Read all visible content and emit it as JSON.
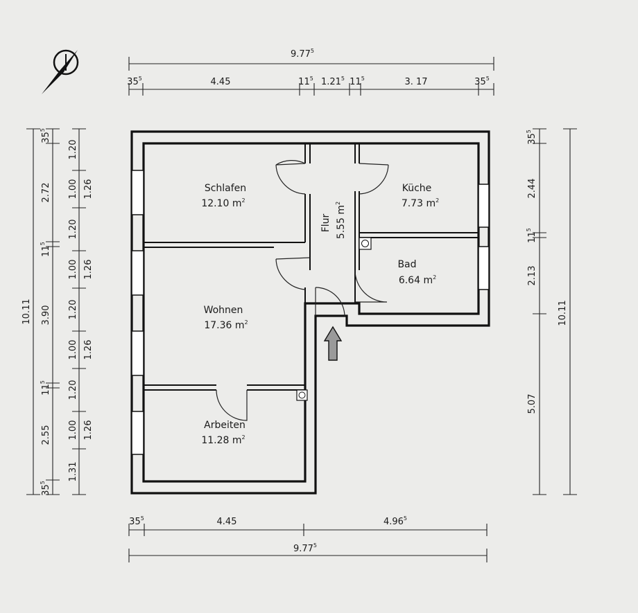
{
  "dimensions": {
    "top_overall": "9.77",
    "top_overall_sup": "5",
    "top_segments": [
      {
        "val": "35",
        "sup": "5"
      },
      {
        "val": "4.45",
        "sup": ""
      },
      {
        "val": "11",
        "sup": "5"
      },
      {
        "val": "1.21",
        "sup": "5"
      },
      {
        "val": "11",
        "sup": "5"
      },
      {
        "val": "3. 17",
        "sup": ""
      },
      {
        "val": "35",
        "sup": "5"
      }
    ],
    "bottom_segments": [
      {
        "val": "35",
        "sup": "5"
      },
      {
        "val": "4.45",
        "sup": ""
      },
      {
        "val": "4.96",
        "sup": "5"
      }
    ],
    "bottom_overall": "9.77",
    "bottom_overall_sup": "5",
    "left_overall": "10.11",
    "left_mid": [
      {
        "val": "35",
        "sup": "5"
      },
      {
        "val": "2.72",
        "sup": ""
      },
      {
        "val": "11",
        "sup": "5"
      },
      {
        "val": "3.90",
        "sup": ""
      },
      {
        "val": "11",
        "sup": "5"
      },
      {
        "val": "2.55",
        "sup": ""
      },
      {
        "val": "35",
        "sup": "5"
      }
    ],
    "left_inner": [
      "1.20",
      "1.00",
      "1.20",
      "1.00",
      "1.20",
      "1.00",
      "1.20",
      "1.00",
      "1.31"
    ],
    "left_openings": [
      "1.26",
      "1.26",
      "1.26",
      "1.26"
    ],
    "right_mid": [
      {
        "val": "35",
        "sup": "5"
      },
      {
        "val": "2.44",
        "sup": ""
      },
      {
        "val": "11",
        "sup": "5"
      },
      {
        "val": "2.13",
        "sup": ""
      },
      {
        "val": "5.07",
        "sup": ""
      }
    ],
    "right_overall": "10.11"
  },
  "rooms": [
    {
      "name": "Schlafen",
      "area": "12.10",
      "unit": "m"
    },
    {
      "name": "Küche",
      "area": "7.73",
      "unit": "m"
    },
    {
      "name": "Flur",
      "area": "5.55",
      "unit": "m"
    },
    {
      "name": "Bad",
      "area": "6.64",
      "unit": "m"
    },
    {
      "name": "Wohnen",
      "area": "17.36",
      "unit": "m"
    },
    {
      "name": "Arbeiten",
      "area": "11.28",
      "unit": "m"
    }
  ],
  "area_exponent": "2",
  "icons": {
    "north": "north-arrow-icon",
    "entrance": "entrance-arrow-icon"
  },
  "colors": {
    "paper": "#ececea",
    "ink": "#111111",
    "entrance_arrow": "#9a9a9a"
  }
}
